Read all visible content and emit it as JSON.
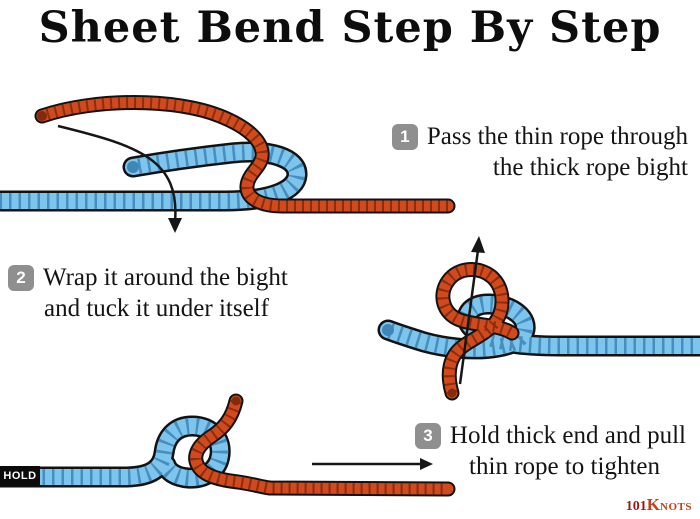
{
  "title": "Sheet Bend Step By Step",
  "steps": [
    {
      "num": "1",
      "line1": "Pass the thin rope through",
      "line2": "the thick rope bight"
    },
    {
      "num": "2",
      "line1": "Wrap it around the bight",
      "line2": "and tuck it under itself"
    },
    {
      "num": "3",
      "line1": "Hold thick end and pull",
      "line2": "thin rope to tighten"
    }
  ],
  "hold_label": "HOLD",
  "logo": {
    "num": "101",
    "k": "K",
    "rest": "NOTS"
  },
  "colors": {
    "thick_rope": "#7EC5EE",
    "thick_rope_rib": "#3F87B8",
    "thin_rope": "#D14A1D",
    "thin_rope_rib": "#842A0B",
    "outline": "#121212",
    "arrow": "#161616",
    "badge": "#8F8F8F",
    "hold_bg": "#0B0B0B",
    "logo_dark": "#8E1F12",
    "logo_main": "#C2401A"
  }
}
